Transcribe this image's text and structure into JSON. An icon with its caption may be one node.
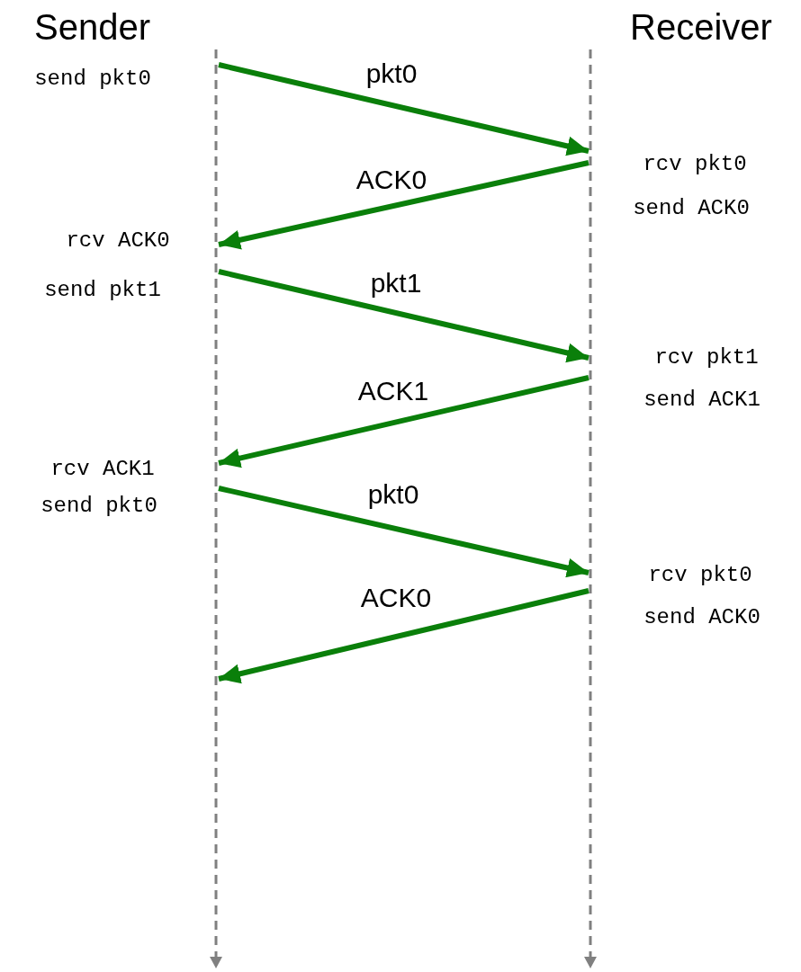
{
  "diagram": {
    "nodes": [
      {
        "text": [
          "Sender"
        ]
      },
      {
        "text": [
          "Receiver"
        ]
      }
    ],
    "edges": [
      {
        "from": 0,
        "to": 1,
        "arrow": "to",
        "label": "pkt0"
      },
      {
        "from": 1,
        "to": 0,
        "arrow": "to",
        "label": "ACK0"
      },
      {
        "from": 0,
        "to": 1,
        "arrow": "to",
        "label": "pkt1"
      },
      {
        "from": 1,
        "to": 0,
        "arrow": "to",
        "label": "ACK1"
      },
      {
        "from": 0,
        "to": 1,
        "arrow": "to",
        "label": "pkt0"
      },
      {
        "from": 1,
        "to": 0,
        "arrow": "to",
        "label": "ACK0"
      }
    ],
    "labels": [
      "send pkt0",
      "rcv pkt0",
      "send ACK0",
      "rcv ACK0",
      "send pkt1",
      "rcv pkt1",
      "send ACK1",
      "rcv ACK1",
      "send pkt0",
      "rcv pkt0",
      "send ACK0"
    ]
  }
}
